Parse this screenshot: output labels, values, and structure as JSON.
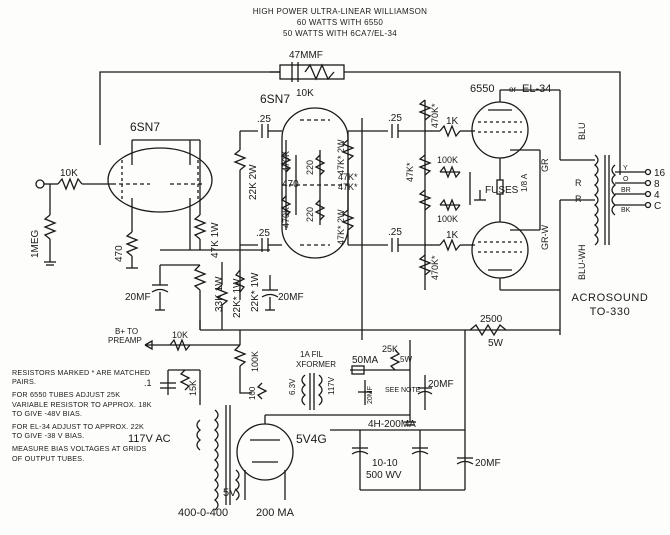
{
  "header": {
    "title": "HIGH POWER ULTRA-LINEAR WILLIAMSON",
    "line2": "60 WATTS WITH 6550",
    "line3": "50 WATTS WITH 6CA7/EL-34"
  },
  "labels": {
    "input_stage_tube": "6SN7",
    "driver_stage_tube": "6SN7",
    "output_tube": "6550",
    "output_tube_or": "or",
    "output_tube_alt": "EL-34",
    "rectifier_tube": "5V4G",
    "fb_cap": "47MMF",
    "fb_res": "10K",
    "in_res": "10K",
    "grid_res": "1MEG",
    "cath_res": "470",
    "r_47k_1w": "47K 1W",
    "r_33k_1w": "33K 1W",
    "r_22k_1w_a": "22K* 1W",
    "r_22k_1w_b": "22K* 1W",
    "r_22k_2w": "22K 2W",
    "cap_25_a": ".25",
    "cap_25_b": ".25",
    "cap_25_c": ".25",
    "cap_25_d": ".25",
    "r_470_a": "470",
    "r_470k_a": "470K",
    "r_470k_b": "470K",
    "r_220_a": "220",
    "r_220_b": "220",
    "r_47k_2w_a": "47K* 2W",
    "r_47k_2w_b": "47K* 2W",
    "r_47k_star_a": "47K*",
    "r_47k_star_b": "47K*",
    "r_470k_star_a": "470K*",
    "r_470k_star_b": "470K*",
    "r_1k_a": "1K",
    "r_1k_b": "1K",
    "r_100k_a": "100K",
    "r_100k_b": "100K",
    "r_10k": "10K",
    "cap_20mf_a": "20MF",
    "cap_20mf_b": "20MF",
    "cap_20mf_c": "20MF",
    "cap_20mf_d": "20MF",
    "fuses": "FUSES",
    "fuse_val": "1/8 A",
    "gr": "GR",
    "gr_w": "GR-W",
    "blu": "BLU",
    "blu_wh": "BLU-WH",
    "r_lead_a": "R",
    "r_lead_b": "R",
    "tap_y": "Y",
    "tap_o": "O",
    "tap_br": "BR",
    "tap_bk": "BK",
    "tap_16": "16",
    "tap_8": "8",
    "tap_4": "4",
    "tap_c": "C",
    "b_plus": "B+ TO",
    "b_plus2": "PREAMP",
    "r_10k_b": "10K",
    "r_2500": "2500",
    "r_2500_w": "5W",
    "r_100k_c": "100K",
    "fil_xformer": "1A FIL",
    "fil_xformer2": "XFORMER",
    "v_63": "6.3V",
    "v_117": "117V",
    "fuse_50ma": "50MA",
    "r_25k": "25K",
    "sw": "5W",
    "see_note": "SEE NOTE",
    "cap_20mf_e": "20MF",
    "cap_20mf_f": "20MF",
    "cap_01": ".1",
    "r_15k": "15K",
    "r_100": "100",
    "choke": "4H-200MA",
    "cap_1010": "10-10",
    "cap_1010_v": "500 WV",
    "ac_in": "117V AC",
    "v_5": "5V",
    "ht": "400-0-400",
    "ht_ma": "200 MA"
  },
  "brand": {
    "name": "ACROSOUND",
    "model": "TO-330"
  },
  "notes": [
    "RESISTORS MARKED * ARE MATCHED PAIRS.",
    "FOR 6550 TUBES ADJUST 25K VARIABLE RESISTOR TO APPROX. 18K TO GIVE -48V BIAS.",
    "FOR EL-34 ADJUST TO APPROX. 22K TO GIVE -38 V BIAS.",
    "MEASURE BIAS VOLTAGES AT GRIDS OF OUTPUT TUBES."
  ]
}
